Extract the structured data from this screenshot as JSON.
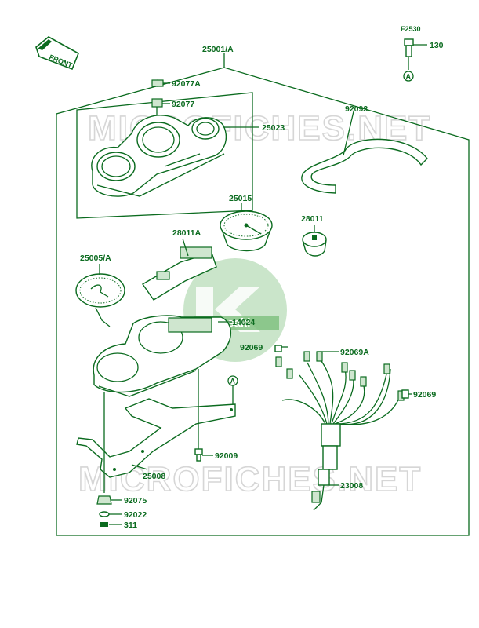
{
  "diagram": {
    "front_label": "FRONT",
    "fig_code": "F2530",
    "watermark": "MICROFICHES.NET",
    "logo_text": "Kawasaki",
    "ref_mark": "A",
    "parts": {
      "p25001": "25001/A",
      "p130": "130",
      "p92077a": "92077A",
      "p92077": "92077",
      "p25023": "25023",
      "p92093": "92093",
      "p25015": "25015",
      "p28011": "28011",
      "p28011a": "28011A",
      "p25005": "25005/A",
      "p14024": "14024",
      "p92069": "92069",
      "p92069a": "92069A",
      "p92069b": "92069",
      "p92009": "92009",
      "p25008": "25008",
      "p23008": "23008",
      "p92075": "92075",
      "p92022": "92022",
      "p311": "311"
    }
  }
}
